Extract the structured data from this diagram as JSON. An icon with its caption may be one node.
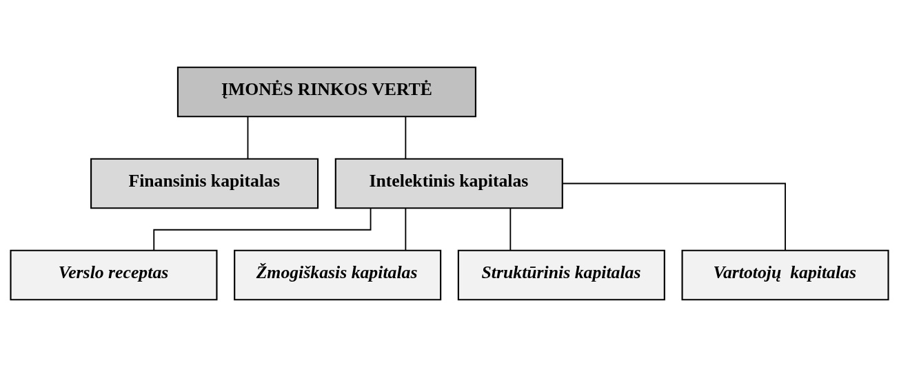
{
  "diagram": {
    "nodes": [
      {
        "text": [
          "ĮMONĖS RINKOS VERTĖ"
        ]
      },
      {
        "text": [
          "Finansinis kapitalas"
        ]
      },
      {
        "text": [
          "Intelektinis kapitalas"
        ]
      },
      {
        "text": [
          "Verslo receptas"
        ]
      },
      {
        "text": [
          "Žmogiškasis kapitalas"
        ]
      },
      {
        "text": [
          "Struktūrinis kapitalas"
        ]
      },
      {
        "text": [
          "Vartotojų  kapitalas"
        ]
      }
    ],
    "edges": [
      {
        "from": 0,
        "to": 1,
        "arrow": "none"
      },
      {
        "from": 0,
        "to": 2,
        "arrow": "none"
      },
      {
        "from": 2,
        "to": 3,
        "arrow": "none"
      },
      {
        "from": 2,
        "to": 4,
        "arrow": "none"
      },
      {
        "from": 2,
        "to": 5,
        "arrow": "none"
      },
      {
        "from": 2,
        "to": 6,
        "arrow": "none"
      }
    ]
  }
}
